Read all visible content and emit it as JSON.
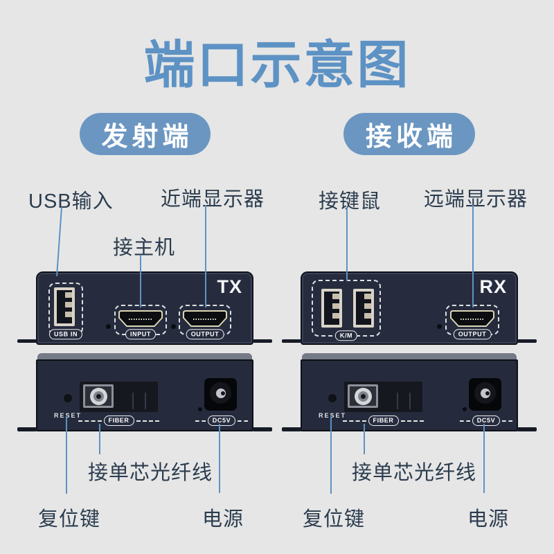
{
  "title": "端口示意图",
  "colors": {
    "accent_blue": "#5d92c4",
    "badge_blue": "#6b96c1",
    "panel_navy": "#262c3e",
    "background": "#e6e6e6",
    "label_text": "#2b3c4e"
  },
  "transmitter": {
    "badge": "发射端",
    "logo": "TX",
    "callout_usb": "USB输入",
    "callout_host": "接主机",
    "callout_near_display": "近端显示器",
    "port_usb": "USB IN",
    "port_hdmi_input": "INPUT",
    "port_hdmi_output": "OUTPUT",
    "rear_reset": "RESET",
    "rear_fiber": "FIBER",
    "rear_power": "DC5V",
    "callout_fiber": "接单芯光纤线",
    "callout_reset": "复位键",
    "callout_power": "电源"
  },
  "receiver": {
    "badge": "接收端",
    "logo": "RX",
    "callout_km": "接键鼠",
    "callout_remote_display": "远端显示器",
    "port_usb": "K/M",
    "port_hdmi_output": "OUTPUT",
    "rear_reset": "RESET",
    "rear_fiber": "FIBER",
    "rear_power": "DC5V",
    "callout_fiber": "接单芯光纤线",
    "callout_reset": "复位键",
    "callout_power": "电源"
  }
}
